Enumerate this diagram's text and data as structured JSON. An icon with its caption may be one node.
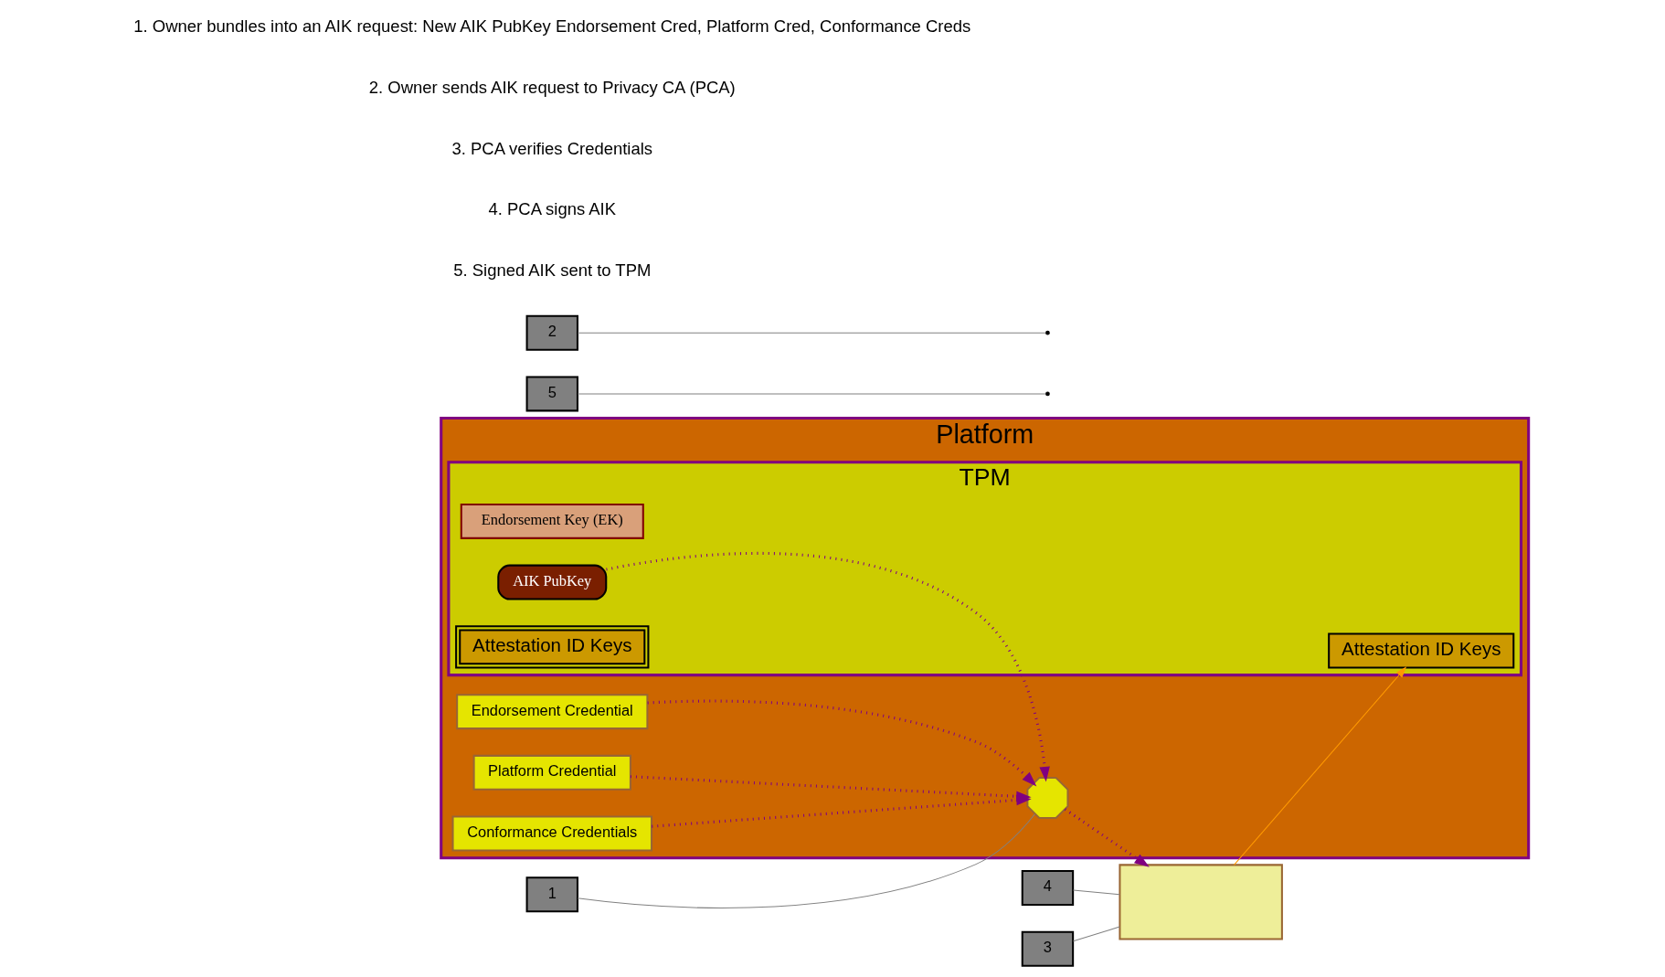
{
  "diagram": {
    "nodes": [
      {
        "text": [
          "Platform"
        ]
      },
      {
        "text": [
          "Endorsement Credential"
        ],
        "in": 0
      },
      {
        "text": [
          "TPM"
        ],
        "in": 0
      },
      {
        "text": [
          "Endorsement Key (EK)"
        ],
        "in": 2
      },
      {
        "text": [
          "Attestation ID Keys"
        ],
        "in": 2
      },
      {
        "text": [
          "AIK PubKey"
        ],
        "in": 2
      },
      {
        "text": [
          "Attestation ID Keys"
        ],
        "in": 2
      },
      {
        "text": [
          "Platform Credential"
        ],
        "in": 0
      },
      {
        "text": [
          "Conformance Credentials"
        ],
        "in": 0
      },
      {
        "text": [],
        "shape": "octagon",
        "in": 0
      },
      {
        "text": [],
        "shape": "box"
      },
      {
        "text": [
          "4"
        ]
      },
      {
        "text": [
          "5"
        ]
      },
      {
        "text": [
          "3"
        ]
      },
      {
        "text": [
          "2"
        ]
      },
      {
        "text": [
          "1"
        ]
      }
    ],
    "edges": [
      {
        "from": 1,
        "to": 9,
        "arrow": "to",
        "style": "dashed",
        "color": "#800080"
      },
      {
        "from": 5,
        "to": 9,
        "arrow": "to",
        "style": "dashed",
        "color": "#800080"
      },
      {
        "from": 7,
        "to": 9,
        "arrow": "to",
        "style": "dashed",
        "color": "#800080"
      },
      {
        "from": 8,
        "to": 9,
        "arrow": "to",
        "style": "dashed",
        "color": "#800080"
      },
      {
        "from": 9,
        "to": 10,
        "arrow": "to",
        "style": "dashed",
        "color": "#800080"
      },
      {
        "from": 10,
        "to": 4,
        "arrow": "to",
        "color": "#ff9900"
      },
      {
        "from": 11,
        "to": 10,
        "arrow": "none",
        "color": "#808080"
      },
      {
        "from": 12,
        "to": null,
        "arrow": "none",
        "color": "#808080"
      },
      {
        "from": 13,
        "to": 10,
        "arrow": "none",
        "color": "#808080"
      },
      {
        "from": 14,
        "to": null,
        "arrow": "none",
        "color": "#808080"
      },
      {
        "from": 15,
        "to": 9,
        "arrow": "none",
        "color": "#808080"
      }
    ],
    "labels": [
      "1. Owner bundles into an AIK request: New AIK PubKey Endorsement Cred, Platform Cred, Conformance Creds",
      "2. Owner sends AIK request to Privacy CA (PCA)",
      "3. PCA verifies Credentials",
      "4. PCA signs AIK",
      "5. Signed AIK sent to TPM"
    ]
  }
}
